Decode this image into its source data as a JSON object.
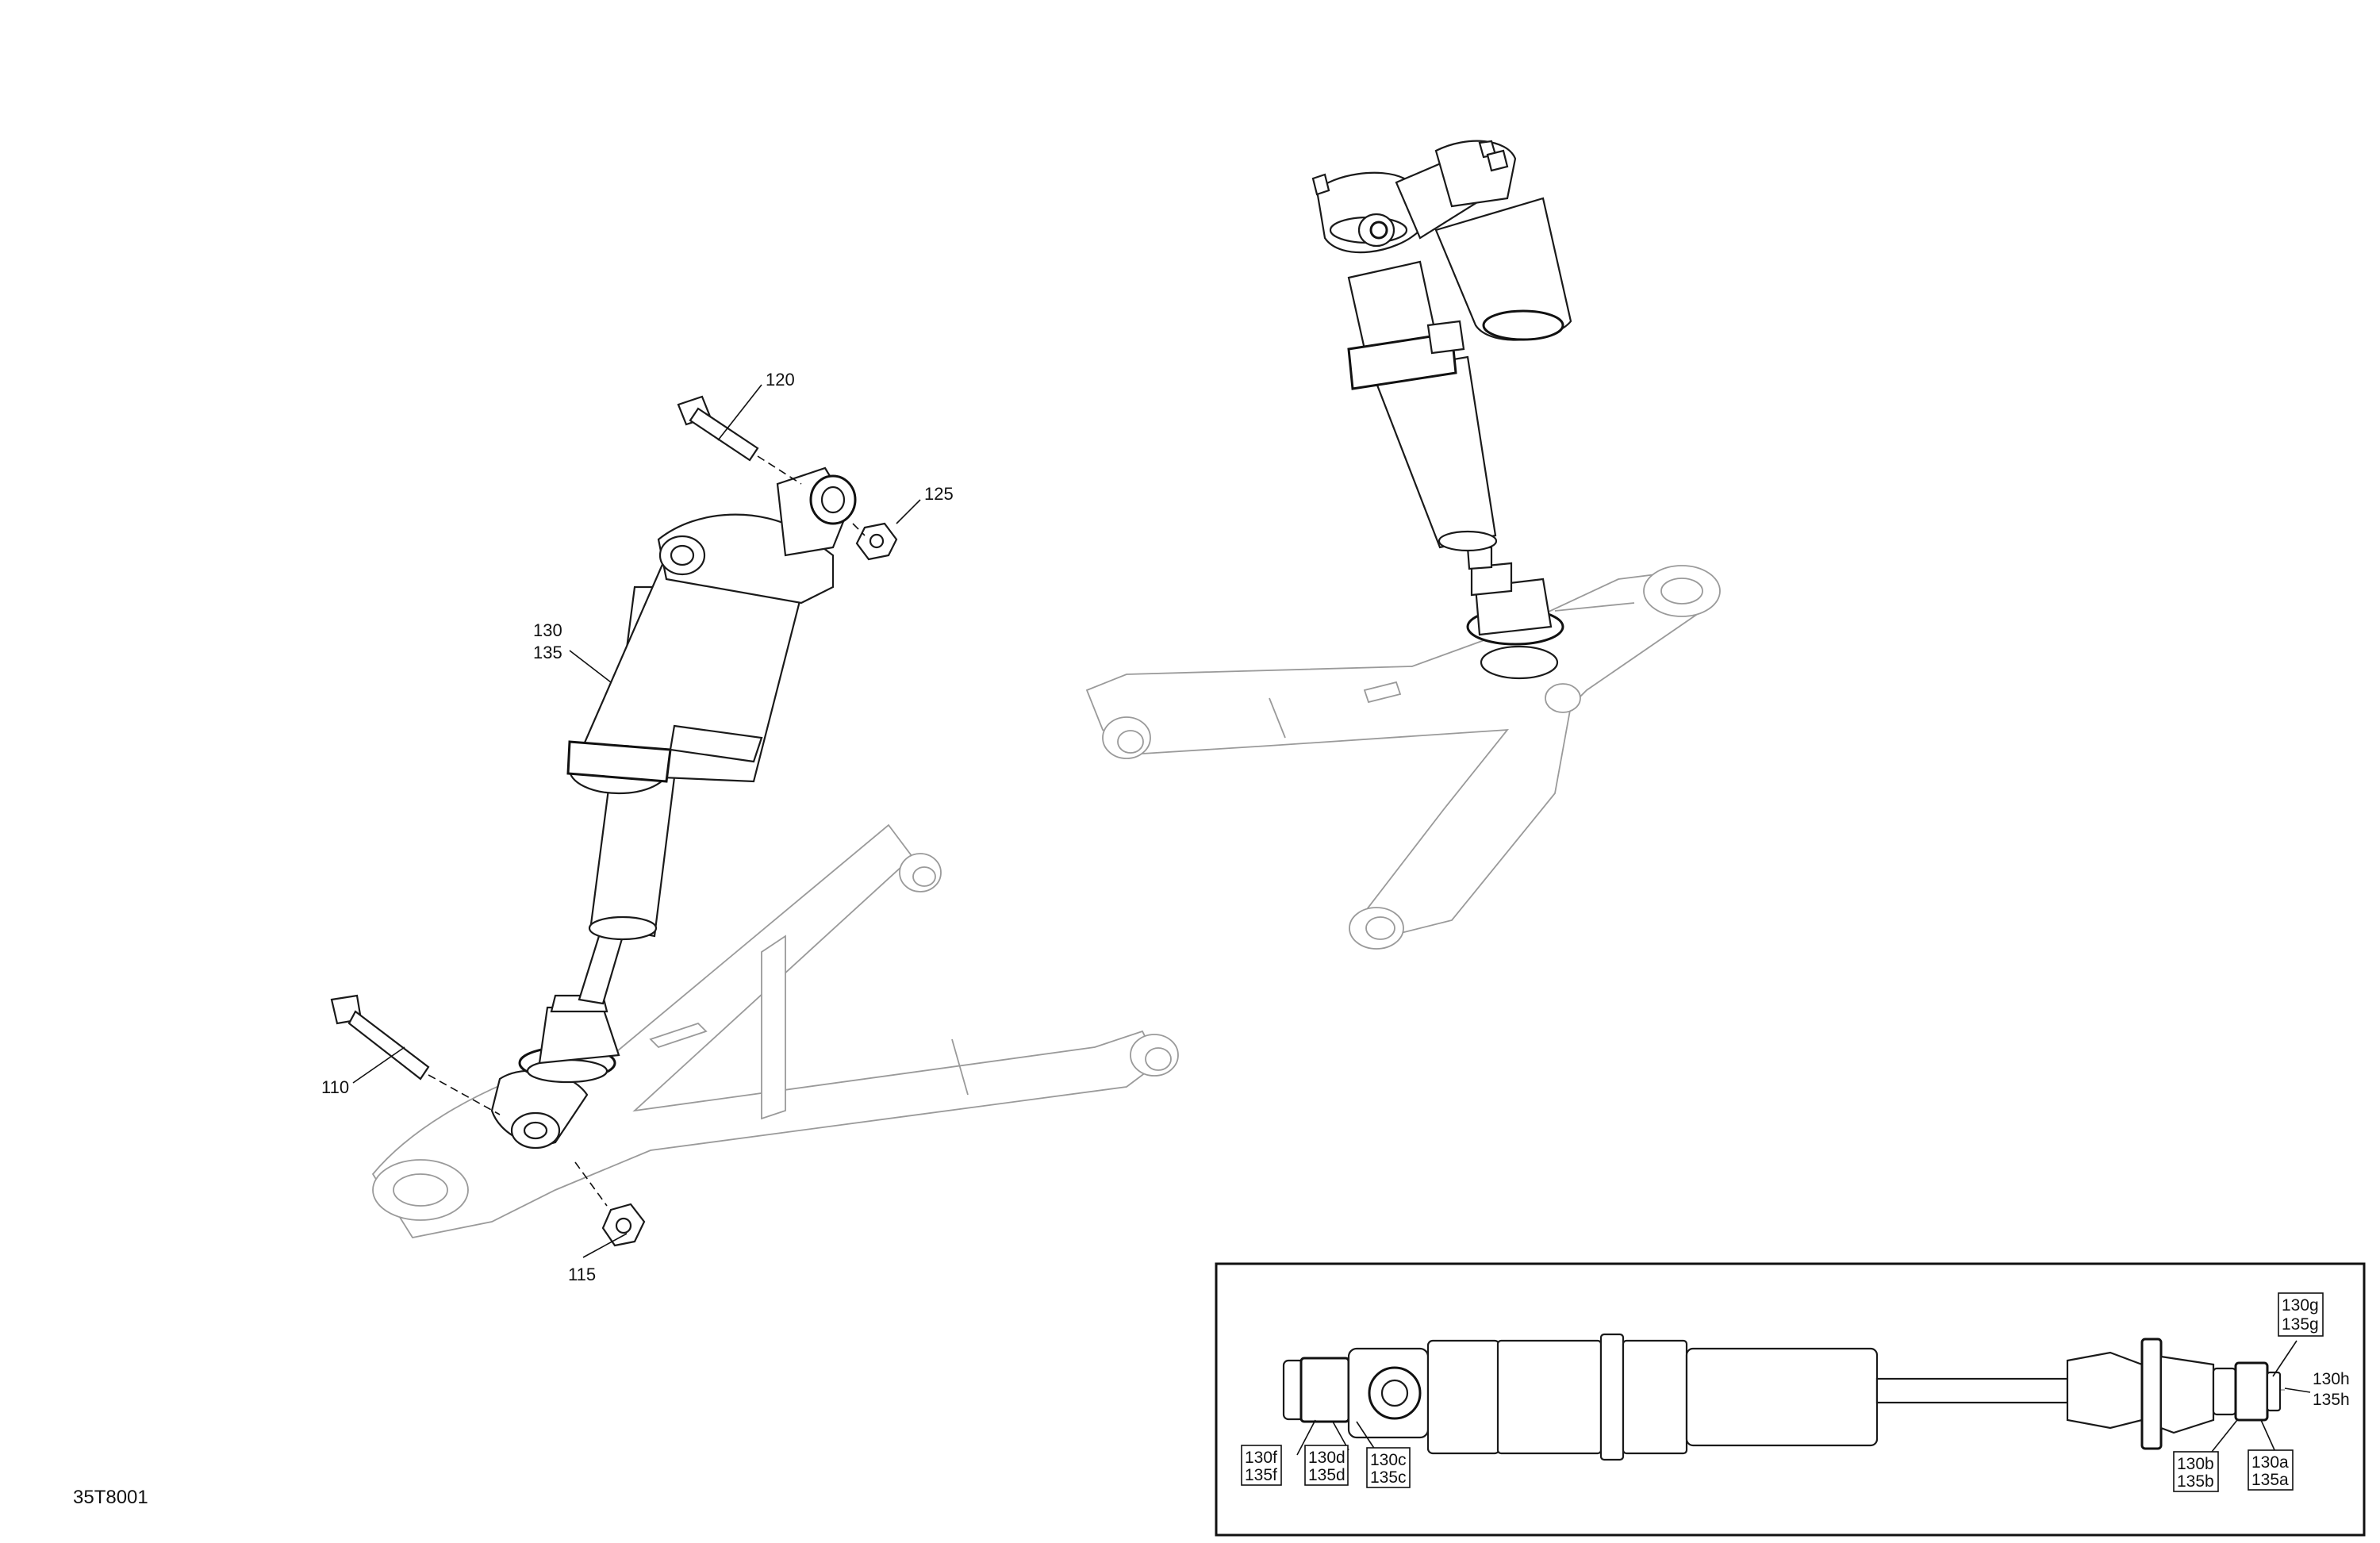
{
  "figure": {
    "reference_code": "35T8001"
  },
  "callouts": {
    "c110": "110",
    "c115": "115",
    "c120": "120",
    "c125": "125",
    "c130": "130",
    "c135": "135"
  },
  "inset": {
    "labels": {
      "l130f": "130f",
      "l135f": "135f",
      "l130d": "130d",
      "l135d": "135d",
      "l130c": "130c",
      "l135c": "135c",
      "l130b": "130b",
      "l135b": "135b",
      "l130a": "130a",
      "l135a": "135a",
      "l130g": "130g",
      "l135g": "135g",
      "l130h": "130h",
      "l135h": "135h"
    }
  }
}
